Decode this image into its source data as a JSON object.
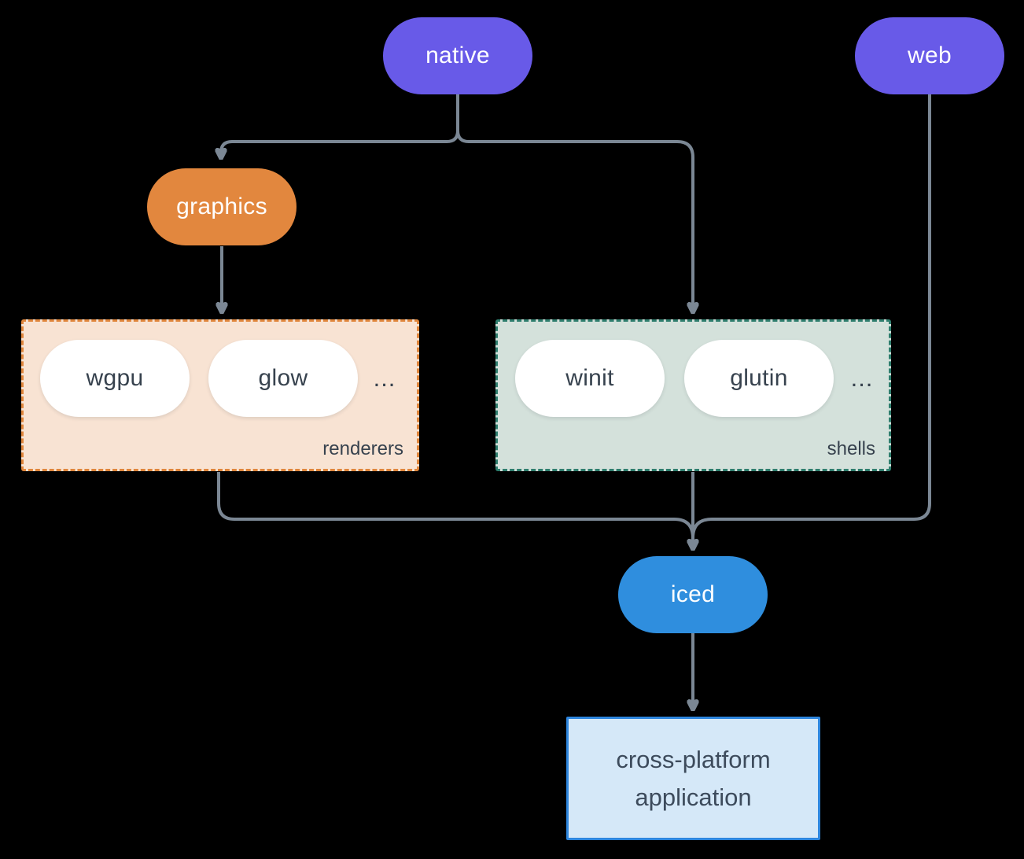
{
  "colors": {
    "background": "#000000",
    "connector": "#7b8794",
    "purple_node": "#685ae8",
    "orange_node": "#e2873e",
    "blue_node": "#2f8ede",
    "white_pill_bg": "#ffffff",
    "dark_text": "#37424e",
    "renderers_bg": "#f8e3d3",
    "renderers_border": "#e0863c",
    "shells_bg": "#d4e1db",
    "shells_border": "#2f7e6e",
    "application_bg": "#d5e8f8",
    "application_border": "#2e86de"
  },
  "nodes": {
    "native": {
      "label": "native"
    },
    "web": {
      "label": "web"
    },
    "graphics": {
      "label": "graphics"
    },
    "iced": {
      "label": "iced"
    },
    "application": {
      "line1": "cross-platform",
      "line2": "application"
    }
  },
  "groups": {
    "renderers": {
      "caption": "renderers",
      "pills": [
        "wgpu",
        "glow"
      ],
      "ellipsis": "..."
    },
    "shells": {
      "caption": "shells",
      "pills": [
        "winit",
        "glutin"
      ],
      "ellipsis": "..."
    }
  },
  "edges": [
    {
      "from": "native",
      "to": "graphics"
    },
    {
      "from": "native",
      "to": "shells"
    },
    {
      "from": "graphics",
      "to": "renderers"
    },
    {
      "from": "renderers",
      "to": "iced"
    },
    {
      "from": "shells",
      "to": "iced"
    },
    {
      "from": "web",
      "to": "iced"
    },
    {
      "from": "iced",
      "to": "application"
    }
  ]
}
